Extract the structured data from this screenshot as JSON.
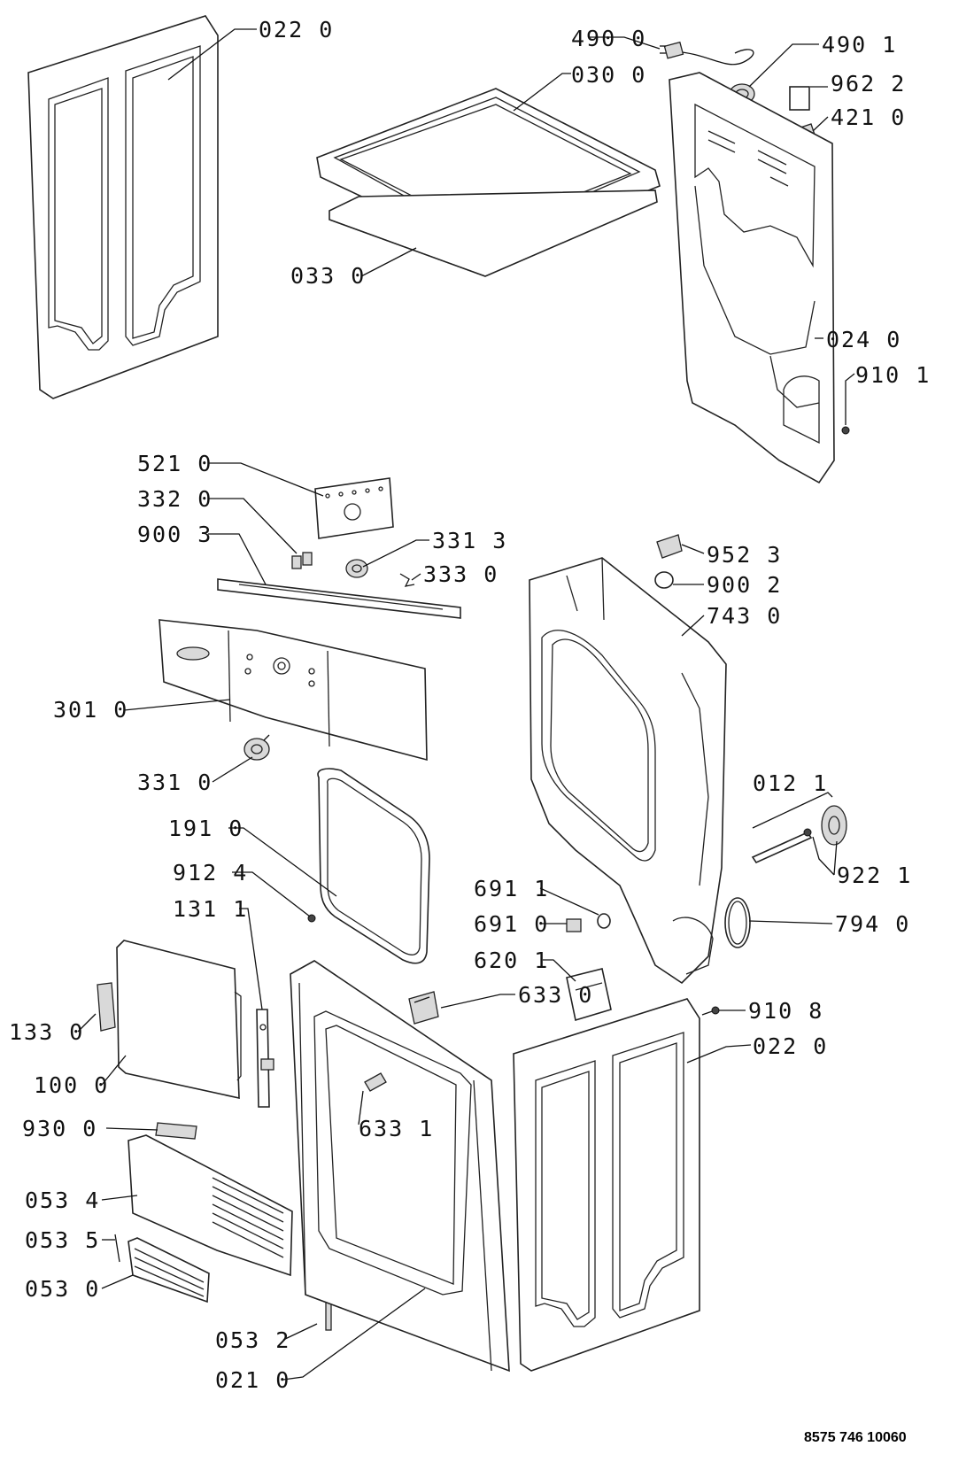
{
  "reference_code": "8575 746 10060",
  "parts": [
    {
      "id": "p0220a",
      "code": "022 0"
    },
    {
      "id": "p4900",
      "code": "490 0"
    },
    {
      "id": "p4901",
      "code": "490 1"
    },
    {
      "id": "p0300",
      "code": "030 0"
    },
    {
      "id": "p9622",
      "code": "962 2"
    },
    {
      "id": "p4210",
      "code": "421 0"
    },
    {
      "id": "p0330",
      "code": "033 0"
    },
    {
      "id": "p0240",
      "code": "024 0"
    },
    {
      "id": "p9101",
      "code": "910 1"
    },
    {
      "id": "p5210",
      "code": "521 0"
    },
    {
      "id": "p3320",
      "code": "332 0"
    },
    {
      "id": "p3313",
      "code": "331 3"
    },
    {
      "id": "p9003",
      "code": "900 3"
    },
    {
      "id": "p3330",
      "code": "333 0"
    },
    {
      "id": "p9523",
      "code": "952 3"
    },
    {
      "id": "p9002",
      "code": "900 2"
    },
    {
      "id": "p7430",
      "code": "743 0"
    },
    {
      "id": "p3010",
      "code": "301 0"
    },
    {
      "id": "p0121",
      "code": "012 1"
    },
    {
      "id": "p3310",
      "code": "331 0"
    },
    {
      "id": "p1910",
      "code": "191 0"
    },
    {
      "id": "p9221",
      "code": "922 1"
    },
    {
      "id": "p9124",
      "code": "912 4"
    },
    {
      "id": "p6911",
      "code": "691 1"
    },
    {
      "id": "p1311",
      "code": "131 1"
    },
    {
      "id": "p6910",
      "code": "691 0"
    },
    {
      "id": "p7940",
      "code": "794 0"
    },
    {
      "id": "p6201",
      "code": "620 1"
    },
    {
      "id": "p6330",
      "code": "633 0"
    },
    {
      "id": "p1330",
      "code": "133 0"
    },
    {
      "id": "p9108",
      "code": "910 8"
    },
    {
      "id": "p0220b",
      "code": "022 0"
    },
    {
      "id": "p1000",
      "code": "100 0"
    },
    {
      "id": "p9300",
      "code": "930 0"
    },
    {
      "id": "p6331",
      "code": "633 1"
    },
    {
      "id": "p0534",
      "code": "053 4"
    },
    {
      "id": "p0535",
      "code": "053 5"
    },
    {
      "id": "p0530",
      "code": "053 0"
    },
    {
      "id": "p0532",
      "code": "053 2"
    },
    {
      "id": "p0210",
      "code": "021 0"
    }
  ]
}
